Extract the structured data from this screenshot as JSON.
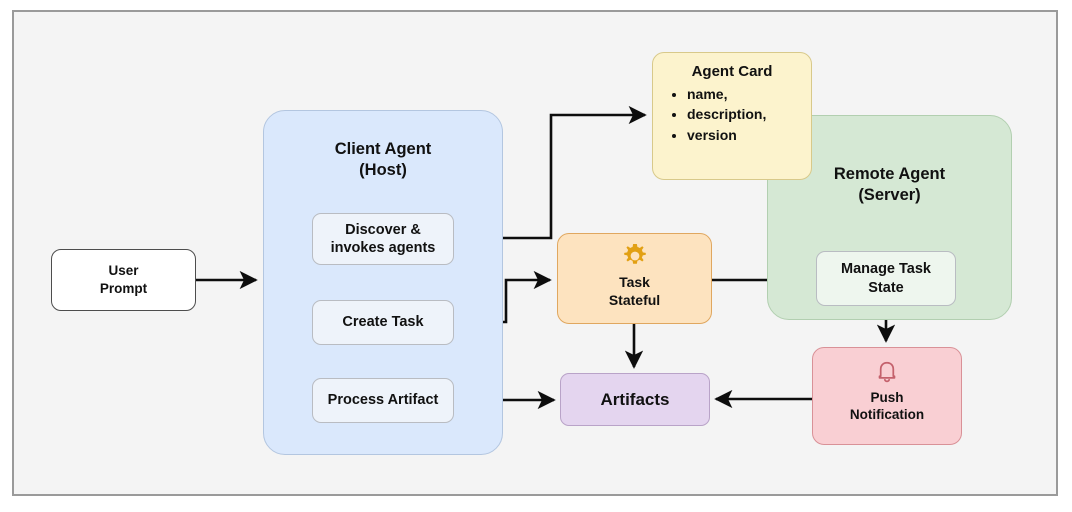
{
  "canvas": {
    "background_color": "#f4f4f4",
    "border_color": "#9a9a9a"
  },
  "nodes": {
    "user_prompt": {
      "label": "User\nPrompt",
      "fill": "#ffffff",
      "stroke": "#4d4d4d"
    },
    "client_agent": {
      "title": "Client Agent\n(Host)",
      "fill": "#dae8fc",
      "stroke": "#b3c6e0",
      "items": [
        {
          "label": "Discover &\ninvokes agents"
        },
        {
          "label": "Create Task"
        },
        {
          "label": "Process Artifact"
        }
      ]
    },
    "agent_card": {
      "title": "Agent Card",
      "fill": "#fcf3cd",
      "stroke": "#d8c98a",
      "bullets": [
        "name,",
        "description,",
        "version"
      ]
    },
    "task_stateful": {
      "label": "Task\nStateful",
      "icon": "gear-icon",
      "icon_color": "#e2a013",
      "fill": "#fde3bf",
      "stroke": "#e0a75f"
    },
    "remote_agent": {
      "title": "Remote Agent\n(Server)",
      "fill": "#d5e8d4",
      "stroke": "#b2cfb0",
      "items": [
        {
          "label": "Manage Task\nState"
        }
      ]
    },
    "artifacts": {
      "label": "Artifacts",
      "fill": "#e4d5ef",
      "stroke": "#b9a3c8"
    },
    "push_notification": {
      "label": "Push\nNotification",
      "icon": "bell-icon",
      "icon_color": "#c4616c",
      "fill": "#f9cfd3",
      "stroke": "#d99197"
    }
  },
  "connectors": [
    {
      "name": "user-prompt-to-client-agent",
      "from": "user_prompt",
      "to": "client_agent"
    },
    {
      "name": "discover-to-agent-card",
      "from": "discover",
      "to": "agent_card"
    },
    {
      "name": "create-task-to-task-stateful",
      "from": "create_task",
      "to": "task_stateful"
    },
    {
      "name": "task-stateful-to-manage-task-state",
      "from": "task_stateful",
      "to": "manage_task_state"
    },
    {
      "name": "task-stateful-to-artifacts",
      "from": "task_stateful",
      "to": "artifacts"
    },
    {
      "name": "process-artifact-to-artifacts",
      "from": "process_artifact",
      "to": "artifacts"
    },
    {
      "name": "manage-task-state-to-push-notification",
      "from": "manage_task_state",
      "to": "push_notification"
    },
    {
      "name": "push-notification-to-artifacts",
      "from": "push_notification",
      "to": "artifacts"
    }
  ]
}
